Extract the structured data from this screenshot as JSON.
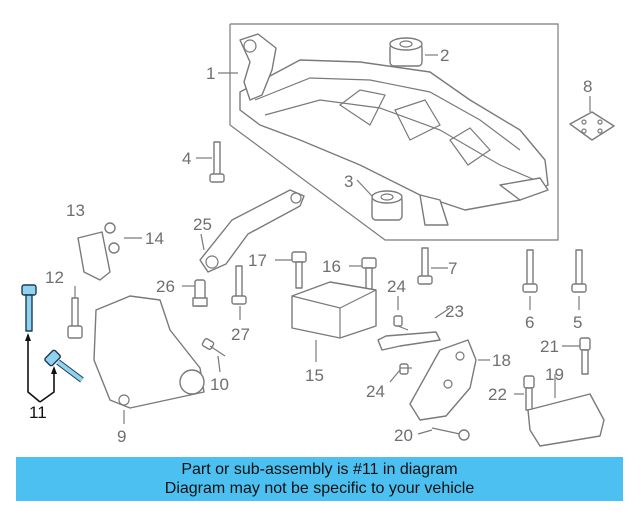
{
  "colors": {
    "banner": "#4cc0f0",
    "highlight": "#8fd3ee",
    "line": "#7a7a7a"
  },
  "banner": {
    "line1": "Part or sub-assembly is #11 in diagram",
    "line2": "Diagram may not be specific to your vehicle"
  },
  "callouts": [
    {
      "id": "1",
      "text": "1"
    },
    {
      "id": "2",
      "text": "2"
    },
    {
      "id": "3",
      "text": "3"
    },
    {
      "id": "4",
      "text": "4"
    },
    {
      "id": "5",
      "text": "5"
    },
    {
      "id": "6",
      "text": "6"
    },
    {
      "id": "7",
      "text": "7"
    },
    {
      "id": "8",
      "text": "8"
    },
    {
      "id": "9",
      "text": "9"
    },
    {
      "id": "10",
      "text": "10"
    },
    {
      "id": "11",
      "text": "11"
    },
    {
      "id": "12",
      "text": "12"
    },
    {
      "id": "13",
      "text": "13"
    },
    {
      "id": "14",
      "text": "14"
    },
    {
      "id": "15",
      "text": "15"
    },
    {
      "id": "16",
      "text": "16"
    },
    {
      "id": "17",
      "text": "17"
    },
    {
      "id": "18",
      "text": "18"
    },
    {
      "id": "19",
      "text": "19"
    },
    {
      "id": "20",
      "text": "20"
    },
    {
      "id": "21",
      "text": "21"
    },
    {
      "id": "22",
      "text": "22"
    },
    {
      "id": "23",
      "text": "23"
    },
    {
      "id": "24a",
      "text": "24"
    },
    {
      "id": "24b",
      "text": "24"
    },
    {
      "id": "25",
      "text": "25"
    },
    {
      "id": "26",
      "text": "26"
    },
    {
      "id": "27",
      "text": "27"
    }
  ],
  "highlighted_part": "11"
}
